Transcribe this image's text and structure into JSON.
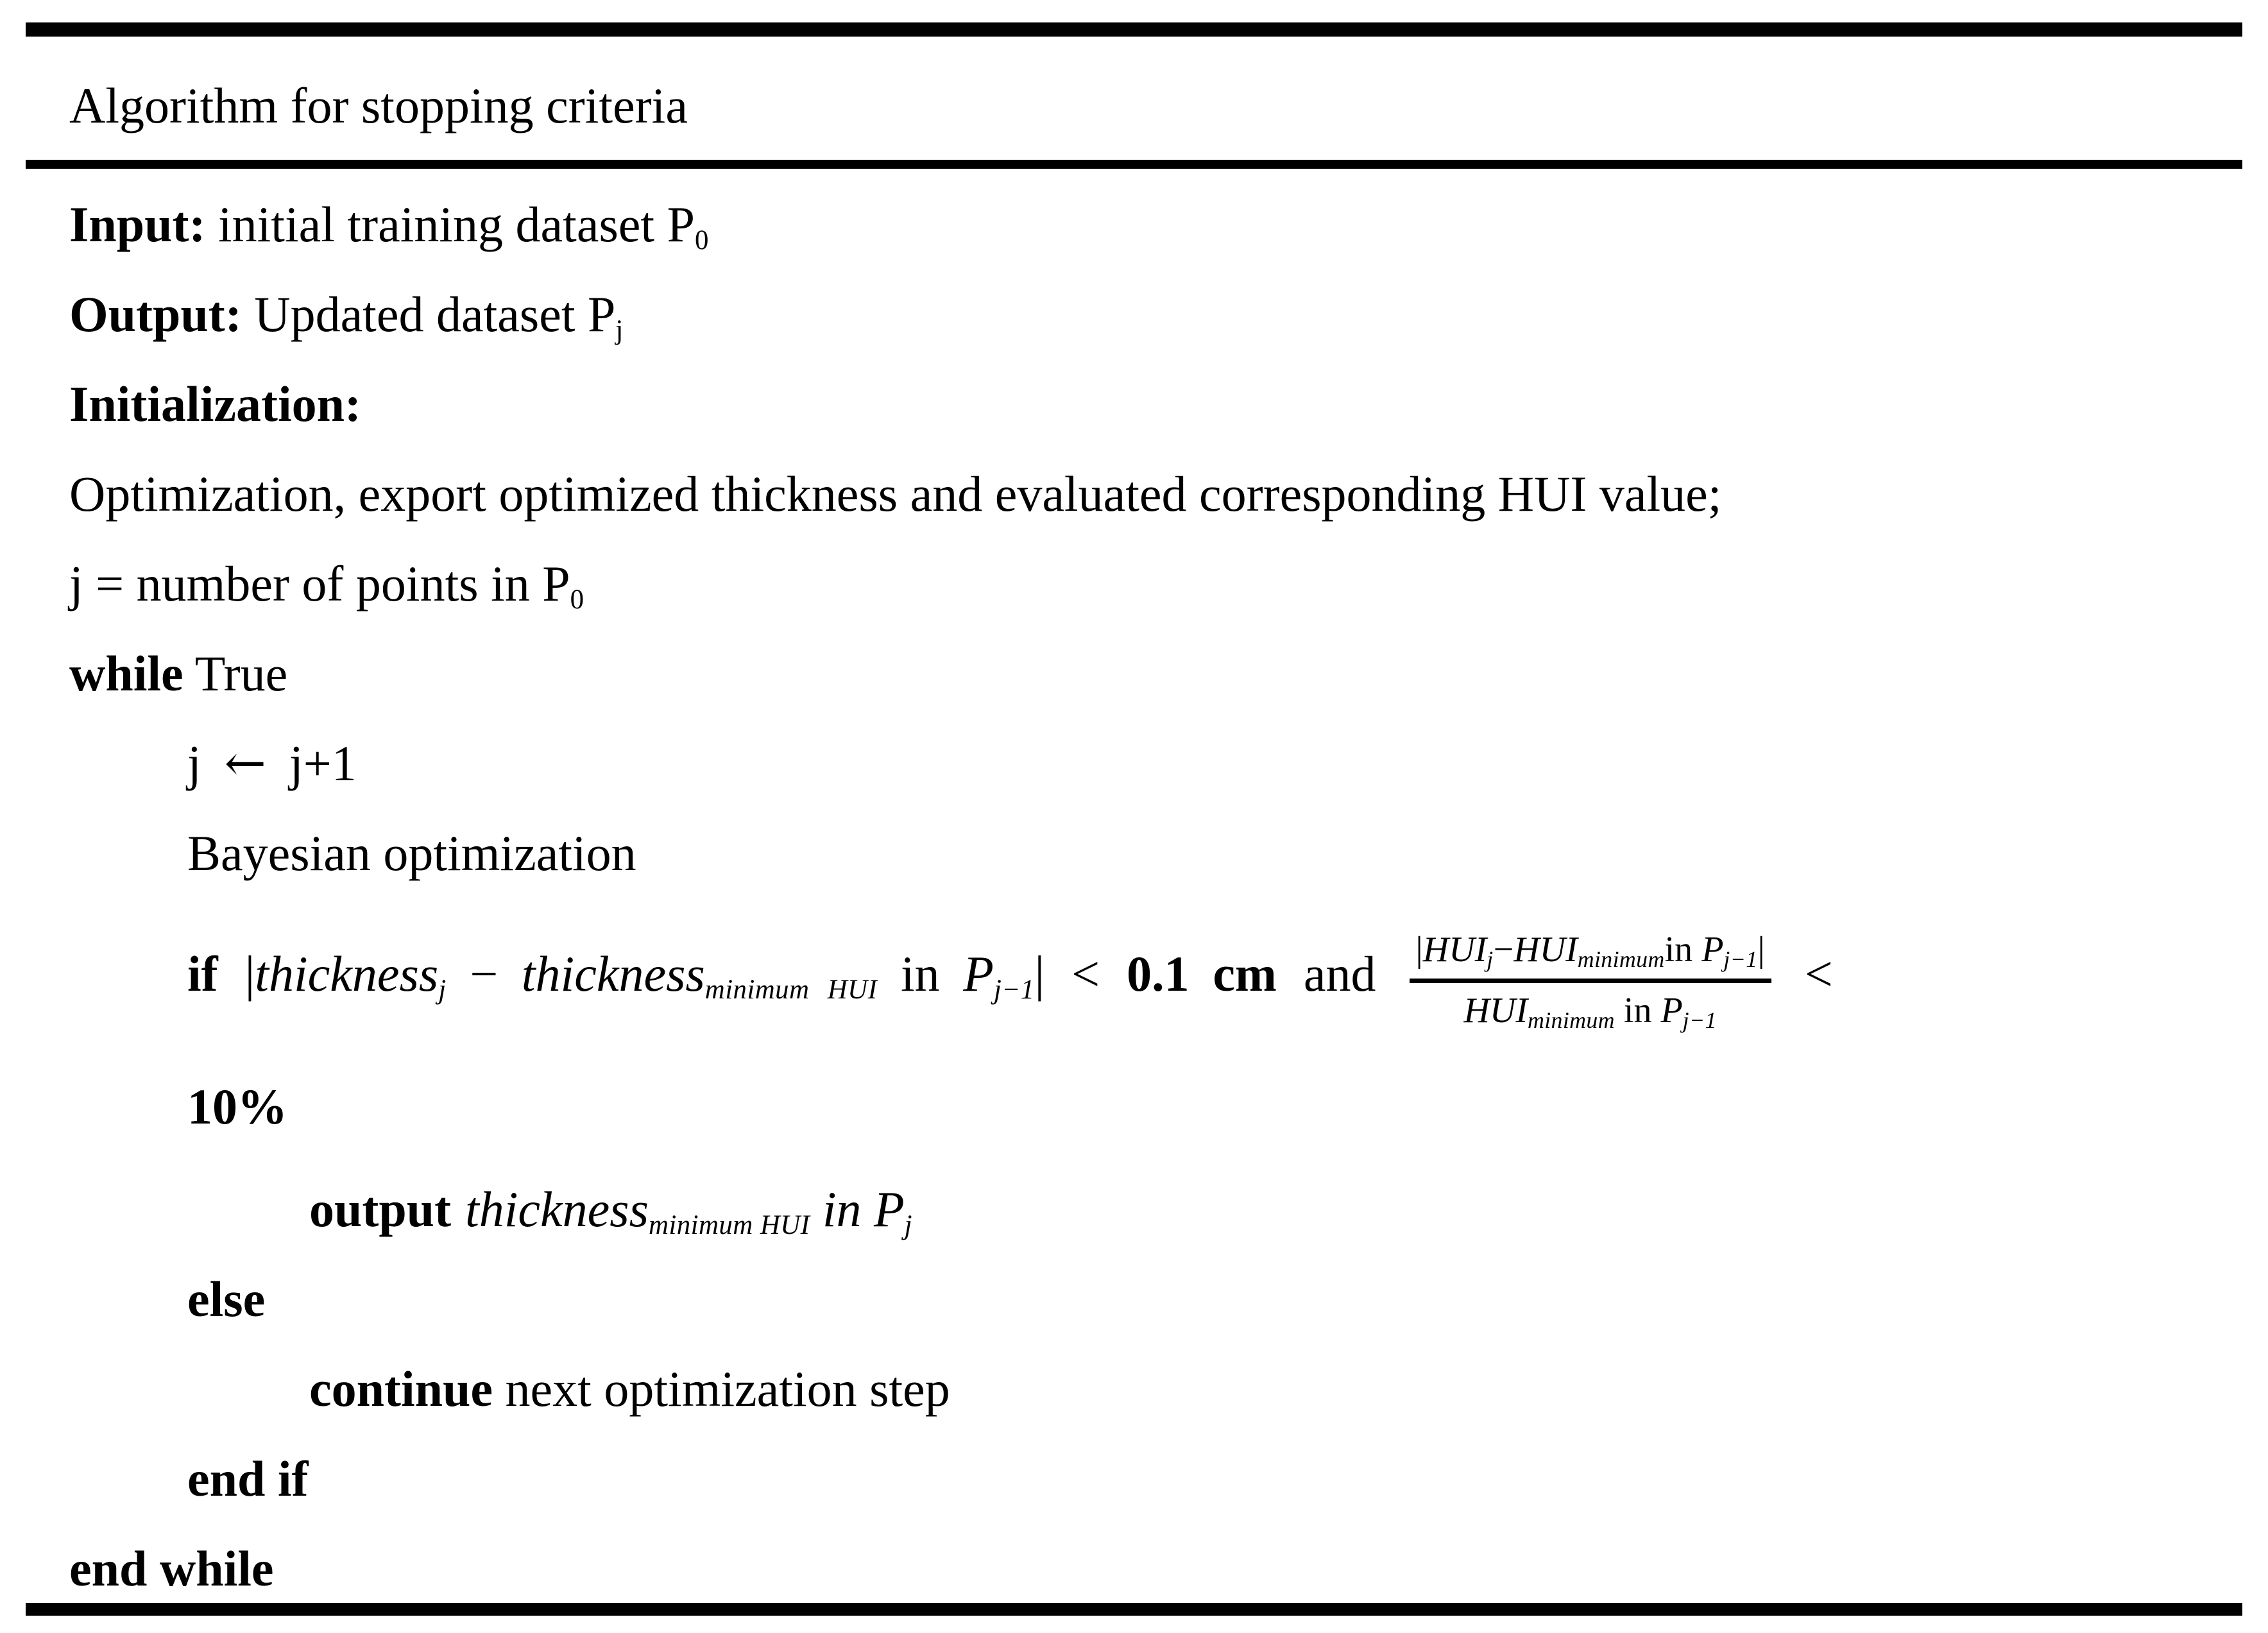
{
  "title": "Algorithm for stopping criteria",
  "colors": {
    "text": "#000000",
    "rule": "#000000",
    "background": "#ffffff"
  },
  "lines": {
    "input": {
      "keyword": "Input:",
      "text": " initial training dataset P",
      "sub": "0"
    },
    "output_decl": {
      "keyword": "Output:",
      "text": " Updated dataset P",
      "sub": "j"
    },
    "initialization": {
      "keyword": "Initialization:"
    },
    "optimization": {
      "text": "Optimization, export optimized thickness and evaluated corresponding HUI value;"
    },
    "j_assign": {
      "text": "j = number of points in P",
      "sub": "0"
    },
    "while_loop": {
      "keyword": "while",
      "condition": " True"
    },
    "increment": {
      "lhs": "j",
      "arrow": "←",
      "rhs": "j+1"
    },
    "bayesian": {
      "text": "Bayesian optimization"
    },
    "if_condition": {
      "keyword": "if",
      "open_bar": "|",
      "term1": "thickness",
      "term1_sub": "j",
      "minus": " − ",
      "term2": "thickness",
      "term2_sub": "minimum HUI",
      "in1": " in ",
      "set1": "P",
      "set1_sub": "j−1",
      "close_bar": "|",
      "less_than_1": "<",
      "threshold": "0.1 cm",
      "conjunction": "and",
      "fraction": {
        "num_open_bar": "|",
        "num_term1": "HUI",
        "num_term1_sub": "j",
        "num_minus": "−",
        "num_term2": "HUI",
        "num_term2_sub": "minimum",
        "num_in": "in ",
        "num_set": "P",
        "num_set_sub": "j−1",
        "num_close_bar": "|",
        "den_term": "HUI",
        "den_term_sub": "minimum",
        "den_in": " in ",
        "den_set": "P",
        "den_set_sub": "j−1"
      },
      "less_than_2": "<"
    },
    "threshold_line": {
      "text": "10%"
    },
    "output_step": {
      "keyword": "output",
      "term": "thickness",
      "term_sub": "minimum HUI",
      "in_set": " in P",
      "set_sub": "j"
    },
    "else_branch": {
      "keyword": "else"
    },
    "continue_step": {
      "keyword": "continue",
      "text": " next optimization step"
    },
    "end_if": {
      "keyword": "end if"
    },
    "end_while": {
      "keyword": "end while"
    }
  }
}
